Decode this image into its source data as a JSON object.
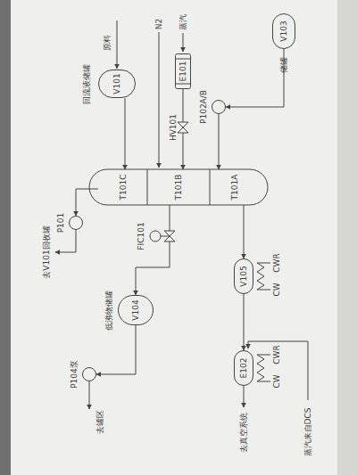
{
  "diagram": {
    "nodes": [
      {
        "text": [
          "V101"
        ]
      },
      {
        "text": [
          "E101"
        ]
      },
      {
        "text": [
          "P102A/B"
        ]
      },
      {
        "text": [
          "V103",
          "储罐"
        ]
      },
      {
        "text": [
          "T101C"
        ]
      },
      {
        "text": [
          "T101B"
        ]
      },
      {
        "text": [
          "T101A"
        ]
      },
      {
        "text": [
          "P101"
        ]
      },
      {
        "text": [
          "V104",
          "低沸物储罐"
        ]
      },
      {
        "text": [
          "P104泵"
        ]
      },
      {
        "text": [
          "V105"
        ]
      },
      {
        "text": [
          "E102"
        ]
      }
    ],
    "edges": [
      {
        "from": 4,
        "to": 7,
        "arrow": "to"
      },
      {
        "from": 0,
        "to": 4,
        "arrow": "to"
      },
      {
        "from": 1,
        "to": 5,
        "arrow": "to"
      },
      {
        "from": 2,
        "to": 6,
        "arrow": "to"
      },
      {
        "from": 3,
        "to": 2,
        "arrow": "to"
      },
      {
        "from": 6,
        "to": 10,
        "arrow": "to"
      },
      {
        "from": 10,
        "to": 11,
        "arrow": "to"
      },
      {
        "from": 5,
        "to": 8,
        "arrow": "to"
      },
      {
        "from": 8,
        "to": 9,
        "arrow": "to"
      }
    ],
    "labels": [
      "原料",
      "N2",
      "蒸汽",
      "HV101",
      "去V101回收罐",
      "FIC101",
      "CW",
      "CWR",
      "CW",
      "CWR",
      "去罐区",
      "去真空系统",
      "蒸汽来自DCS",
      "回流液储罐"
    ]
  }
}
